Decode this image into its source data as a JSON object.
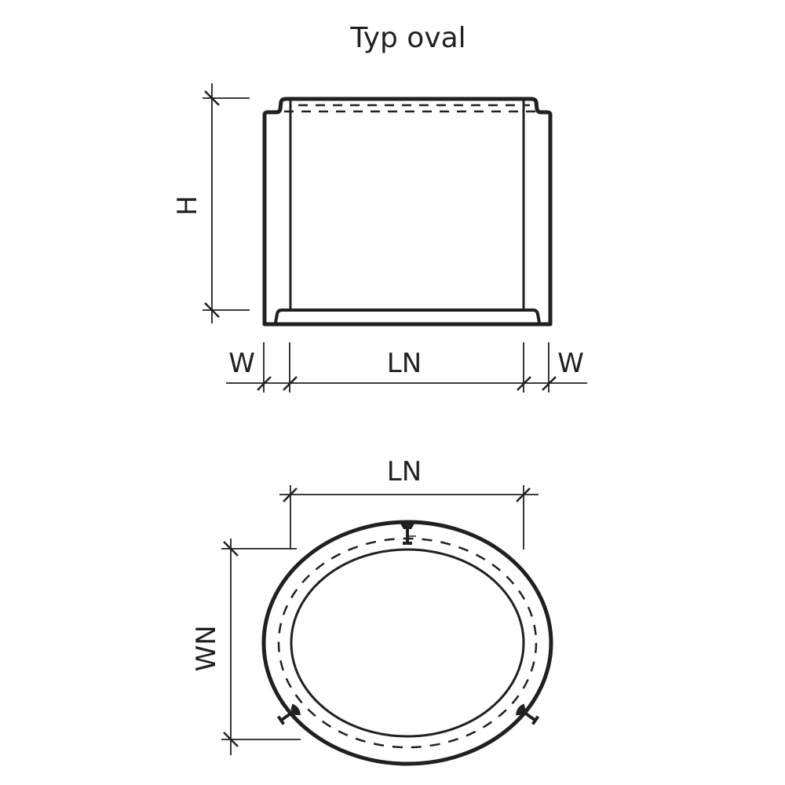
{
  "title": "Typ oval",
  "side_view": {
    "labels": {
      "height": "H",
      "wall_left": "W",
      "inner_length": "LN",
      "wall_right": "W"
    }
  },
  "top_view": {
    "labels": {
      "inner_length": "LN",
      "inner_width": "WN"
    }
  },
  "colors": {
    "line": "#231f20",
    "background": "#ffffff"
  }
}
